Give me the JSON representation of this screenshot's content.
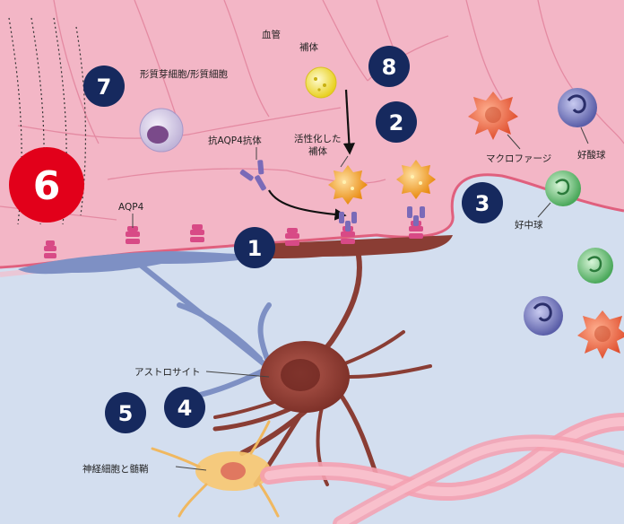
{
  "labels": {
    "blood_vessel": "血管",
    "complement": "補体",
    "plasma_cell": "形質芽細胞/形質細胞",
    "anti_aqp4": "抗AQP4抗体",
    "activated_complement_1": "活性化した",
    "activated_complement_2": "補体",
    "macrophage": "マクロファージ",
    "eosinophil": "好酸球",
    "neutrophil": "好中球",
    "aqp4": "AQP4",
    "astrocyte": "アストロサイト",
    "neuron": "神経細胞と髄鞘"
  },
  "markers": [
    "6",
    "7",
    "8",
    "2",
    "3",
    "1",
    "4",
    "5"
  ],
  "colors": {
    "vessel_wall": "#f3b6c6",
    "tissue": "#d3deef",
    "marker_navy": "#16295e",
    "marker_red": "#e2001a",
    "astrocyte": "#8a3d34",
    "aqp4": "#d84a86",
    "complement": "#f1e04a",
    "activated_complement": "#f0a020",
    "antibody": "#7a6ab8",
    "macrophage": "#ec6a4a",
    "eosinophil": "#5a5eaa",
    "neutrophil": "#52b066"
  },
  "icons": [
    "vessel-lumen",
    "complement-icon",
    "antibody-icon",
    "aqp4-channel-icon",
    "astrocyte-icon",
    "macrophage-icon",
    "eosinophil-icon",
    "neutrophil-icon",
    "neuron-icon"
  ]
}
